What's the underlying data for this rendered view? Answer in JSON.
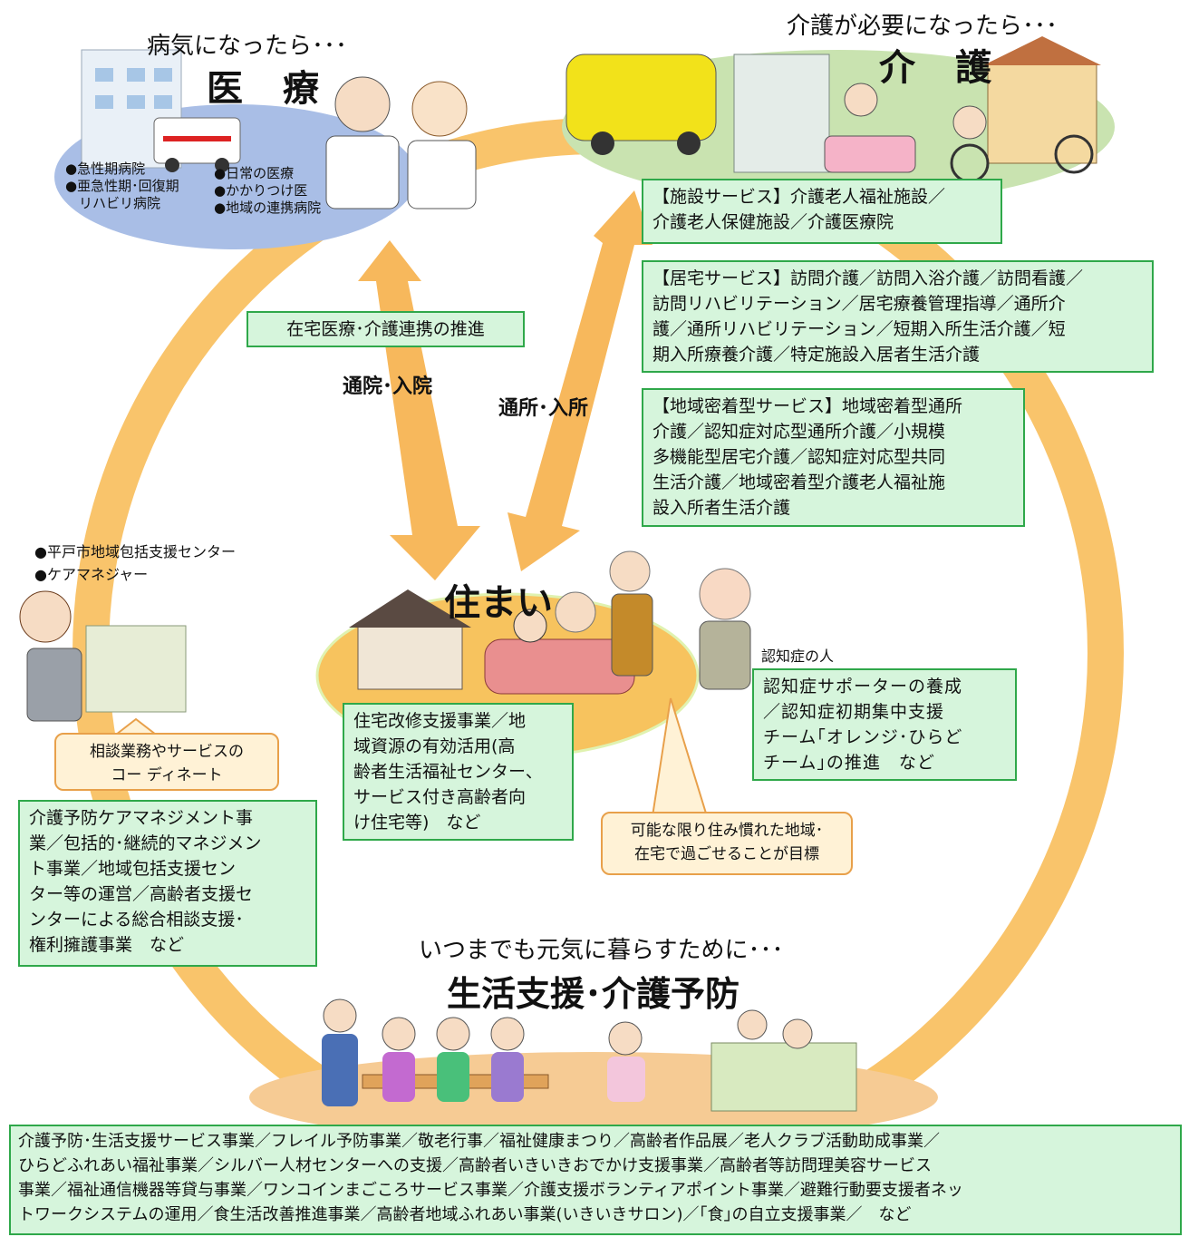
{
  "medical": {
    "subtitle": "病気になったら･･･",
    "title": "医　療",
    "hospitals": "●急性期病院\n●亜急性期･回復期\n　リハビリ病院",
    "clinics": "●日常の医療\n●かかりつけ医\n●地域の連携病院"
  },
  "care": {
    "subtitle": "介護が必要になったら･･･",
    "title": "介　護",
    "facility_services": "【施設サービス】介護老人福祉施設／\n介護老人保健施設／介護医療院",
    "home_services": "【居宅サービス】訪問介護／訪問入浴介護／訪問看護／\n訪問リハビリテーション／居宅療養管理指導／通所介\n護／通所リハビリテーション／短期入所生活介護／短\n期入所療養介護／特定施設入居者生活介護",
    "community_services": "【地域密着型サービス】地域密着型通所\n介護／認知症対応型通所介護／小規模\n多機能型居宅介護／認知症対応型共同\n生活介護／地域密着型介護老人福祉施\n設入所者生活介護"
  },
  "links": {
    "home_medical": "在宅医療･介護連携の推進",
    "hospital_visit": "通院･入院",
    "facility_visit": "通所･入所"
  },
  "support_center": {
    "bullets": "●平戸市地域包括支援センター\n●ケアマネジャー",
    "bubble": "相談業務やサービスの\nコー ディネート",
    "projects": "介護予防ケアマネジメント事\n業／包括的･継続的マネジメン\nト事業／地域包括支援セン\nター等の運営／高齢者支援セ\nンターによる総合相談支援･\n権利擁護事業　など"
  },
  "home": {
    "title": "住まい",
    "projects": "住宅改修支援事業／地\n域資源の有効活用(高\n齢者生活福祉センター、\nサービス付き高齢者向\nけ住宅等)　など",
    "goal": "可能な限り住み慣れた地域･\n在宅で過ごせることが目標"
  },
  "dementia": {
    "label": "認知症の人",
    "projects": "認知症サポーターの養成\n／認知症初期集中支援\nチーム｢オレンジ･ひらど\nチーム｣の推進　など"
  },
  "life": {
    "subtitle": "いつまでも元気に暮らすために･･･",
    "title": "生活支援･介護予防",
    "projects": "介護予防･生活支援サービス事業／フレイル予防事業／敬老行事／福祉健康まつり／高齢者作品展／老人クラブ活動助成事業／\nひらどふれあい福祉事業／シルバー人材センターへの支援／高齢者いきいきおでかけ支援事業／高齢者等訪問理美容サービス\n事業／福祉通信機器等貸与事業／ワンコインまごころサービス事業／介護支援ボランティアポイント事業／避難行動要支援者ネッ\nトワークシステムの運用／食生活改善推進事業／高齢者地域ふれあい事業(いきいきサロン)／｢食｣の自立支援事業／　など"
  },
  "colors": {
    "ring": "#f9c46b",
    "green_fill": "#d6f5dc",
    "green_border": "#2fa84a",
    "blue_ellipse": "#a9bee6",
    "care_ellipse": "#c9e3b0",
    "orange_ellipse": "#f7c35e"
  }
}
